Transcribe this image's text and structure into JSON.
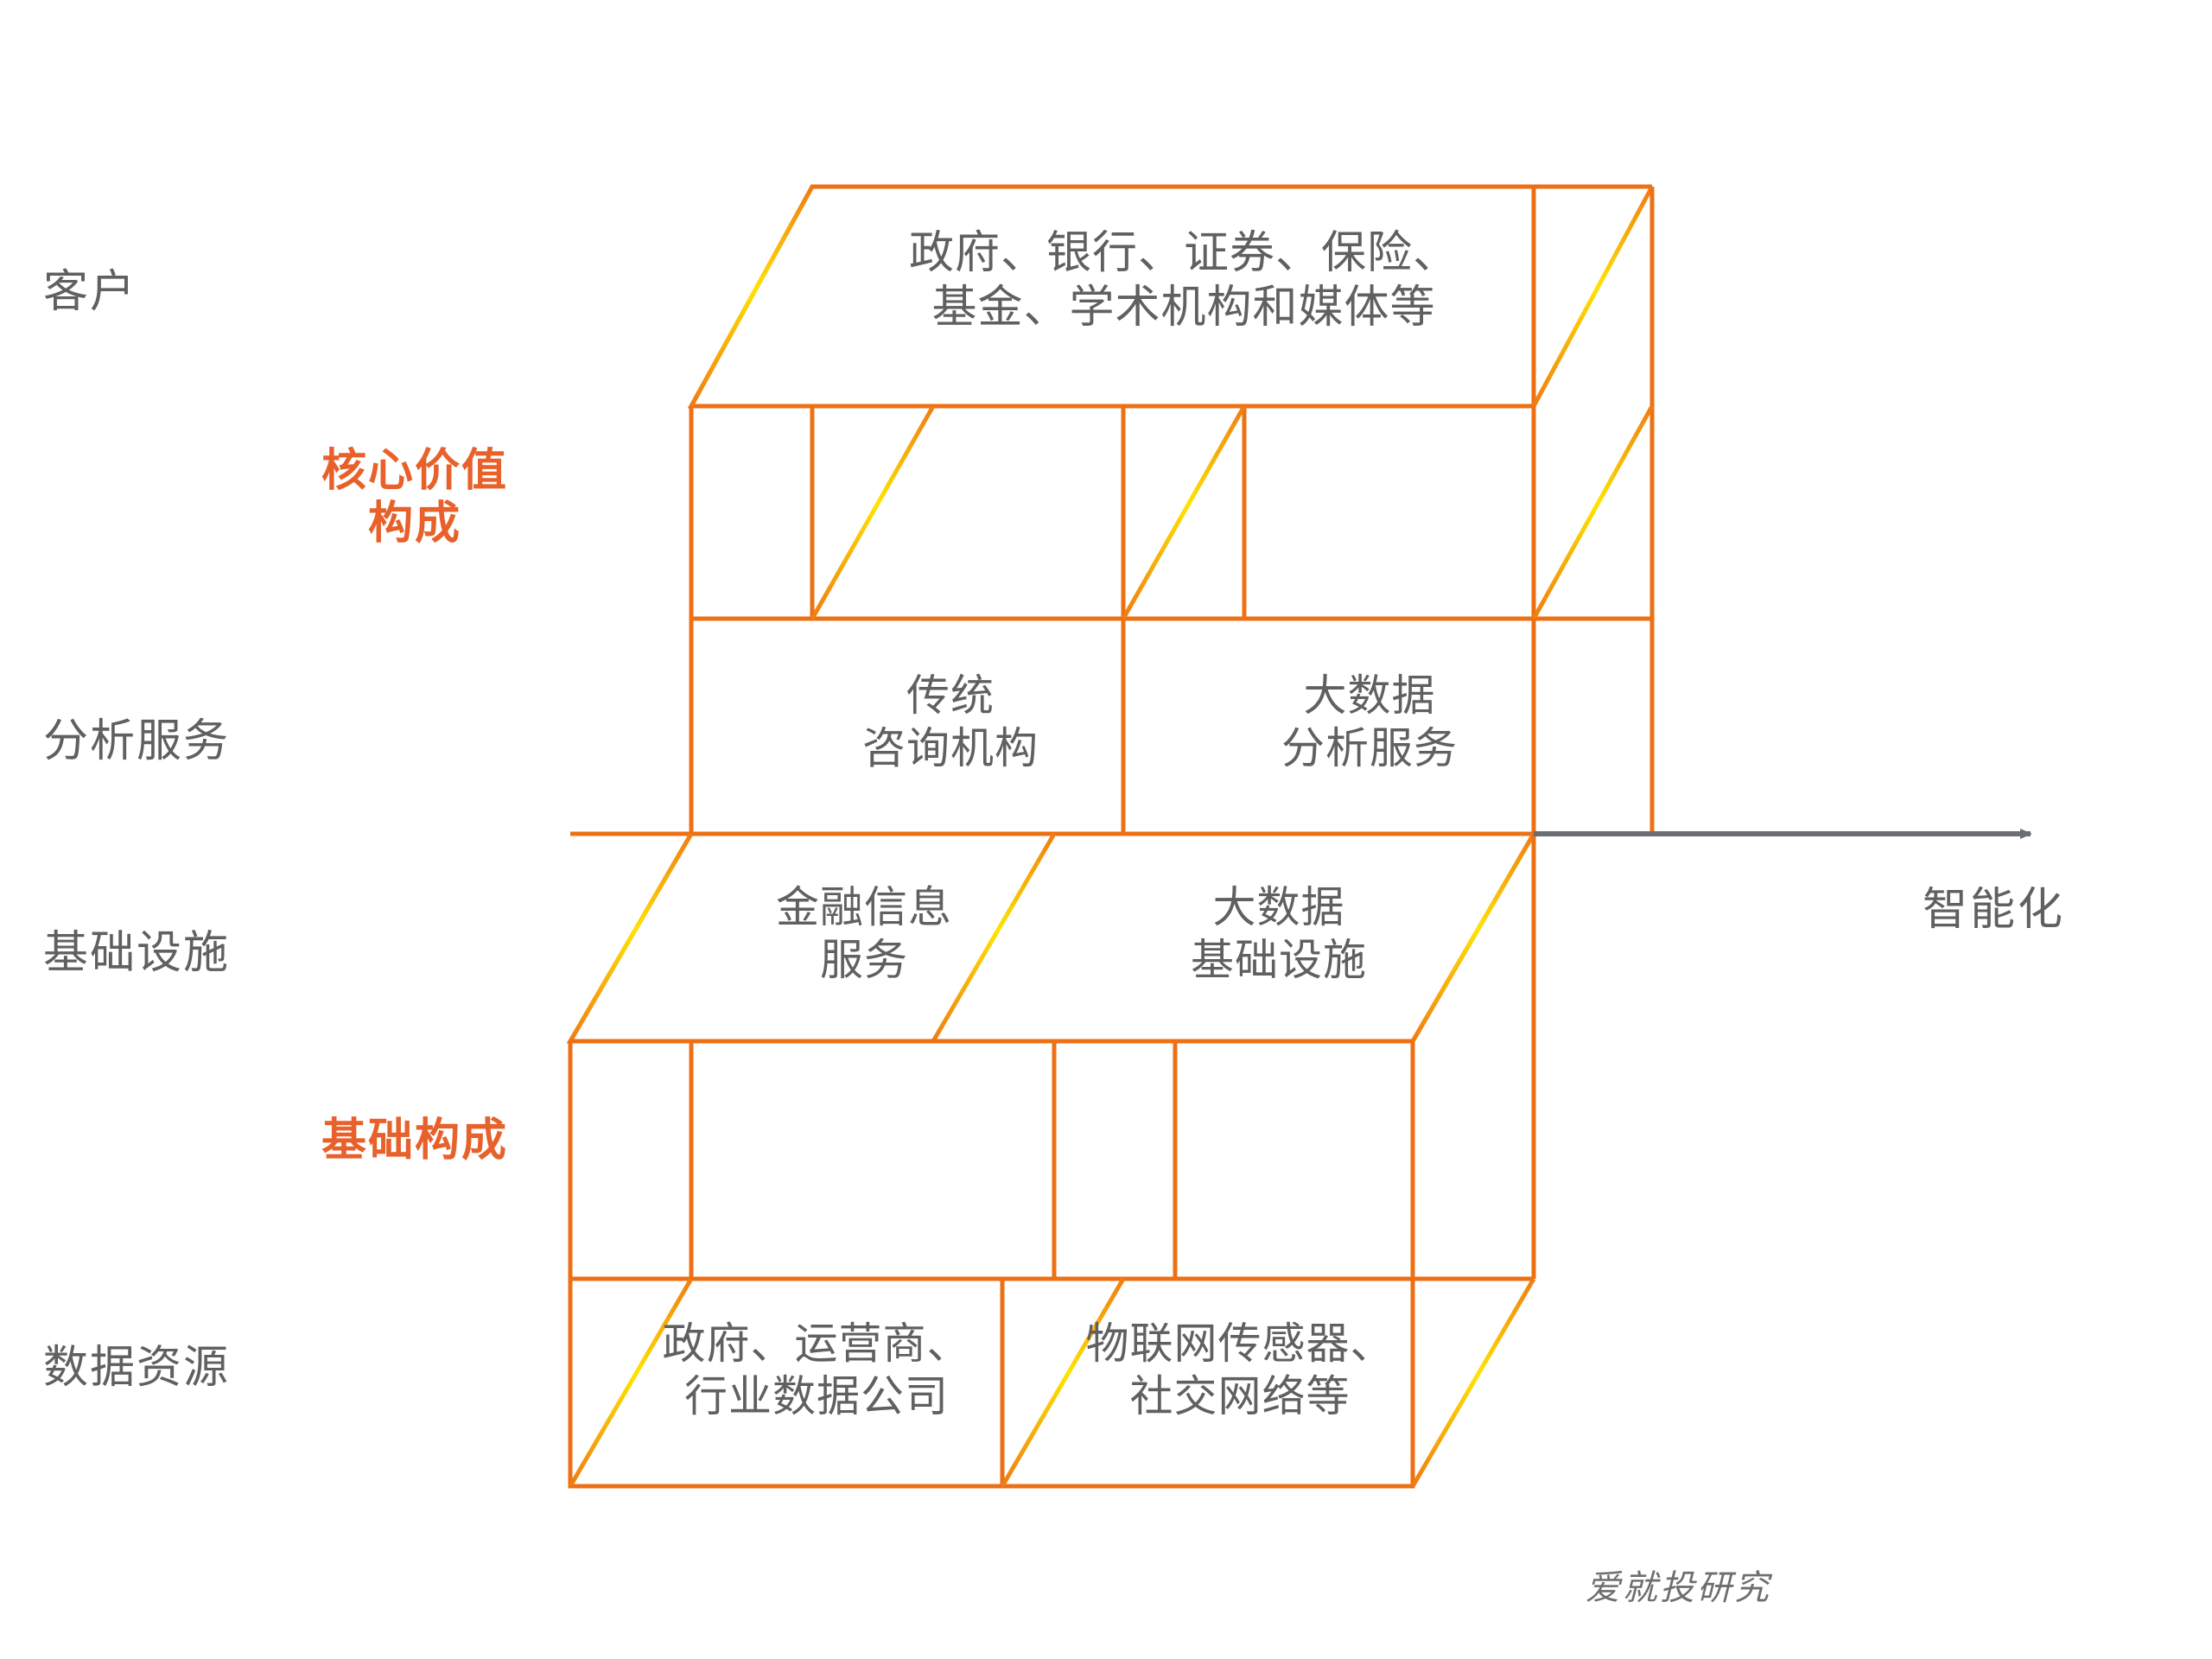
{
  "diagram": {
    "title_watermark": "爱就投研究",
    "accent_orange": "#ED7014",
    "accent_orange_text": "#E8602A",
    "accent_yellow": "#FFE000",
    "text_gray": "#5F6062",
    "arrow_gray": "#6B6E73"
  },
  "axis": {
    "horizontal_label": "智能化"
  },
  "left_labels": [
    {
      "id": "customer",
      "text": "客户"
    },
    {
      "id": "analysis",
      "text": "分析服务"
    },
    {
      "id": "infrastructure",
      "text": "基础设施"
    },
    {
      "id": "data-resource",
      "text": "数据资源"
    }
  ],
  "group_labels": [
    {
      "id": "core-value",
      "line1": "核心价值",
      "line2": "构成"
    },
    {
      "id": "base",
      "line1": "基础构成",
      "line2": ""
    }
  ],
  "cells": {
    "top_face": {
      "line1": "政府、银行、证券、保险、",
      "line2": "基金、学术机构和媒体等"
    },
    "analysis_left": {
      "line1": "传统",
      "line2": "咨询机构"
    },
    "analysis_right": {
      "line1": "大数据",
      "line2": "分析服务"
    },
    "infra_left": {
      "line1": "金融信息",
      "line2": "服务"
    },
    "infra_right": {
      "line1": "大数据",
      "line2": "基础设施"
    },
    "data_left": {
      "line1": "政府、运营商、",
      "line2": "行业数据公司"
    },
    "data_right": {
      "line1": "物联网传感器、",
      "line2": "社交网络等"
    }
  }
}
